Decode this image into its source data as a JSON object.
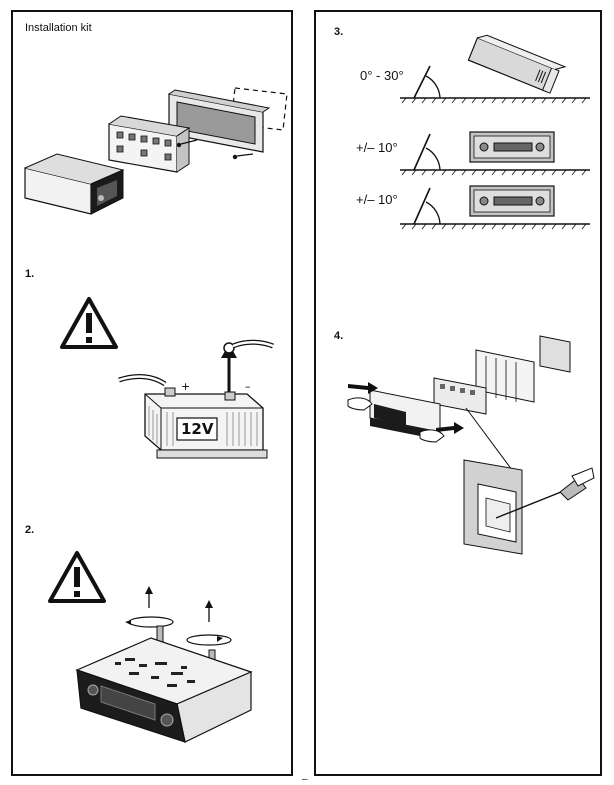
{
  "left_panel": {
    "kit_title": "Installation kit",
    "step1_label": "1.",
    "battery_label": "12V",
    "step2_label": "2."
  },
  "right_panel": {
    "step3_label": "3.",
    "angle_label_1": "0° - 30°",
    "angle_label_2": "+/– 10°",
    "angle_label_3": "+/– 10°",
    "step4_label": "4."
  },
  "icons": [
    "warning-triangle-icon",
    "warning-triangle-icon"
  ],
  "colors": {
    "line": "#111111",
    "fill_gray": "#bdbdbd",
    "fill_light": "#e8e8e8"
  }
}
